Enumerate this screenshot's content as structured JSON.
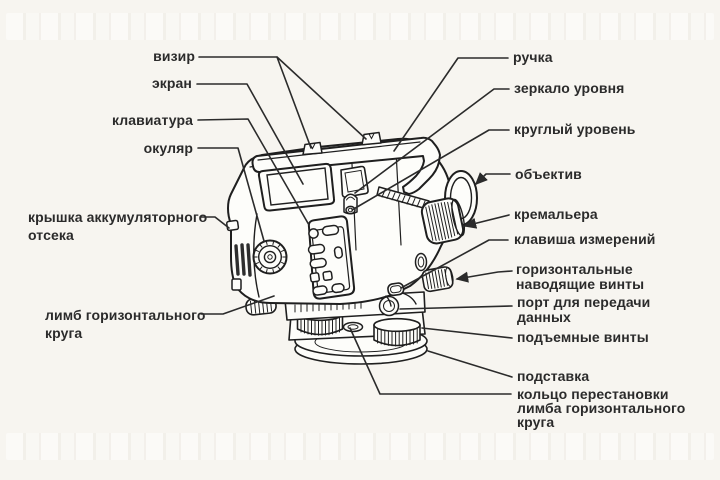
{
  "diagram": {
    "colors": {
      "background": "#f7f5f0",
      "ink": "#1f1f1f",
      "label_text": "#2b2b2b"
    },
    "labels_left": [
      {
        "text": "визир"
      },
      {
        "text": "экран"
      },
      {
        "text": "клавиатура"
      },
      {
        "text": "окуляр"
      },
      {
        "text": "крышка аккумуляторного\nотсека"
      },
      {
        "text": "лимб горизонтального\nкруга"
      }
    ],
    "labels_right": [
      {
        "text": "ручка"
      },
      {
        "text": "зеркало уровня"
      },
      {
        "text": "круглый уровень"
      },
      {
        "text": "объектив"
      },
      {
        "text": "кремальера"
      },
      {
        "text": "клавиша измерений"
      },
      {
        "text": "горизонтальные\nнаводящие винты"
      },
      {
        "text": "порт для передачи\nданных"
      },
      {
        "text": "подъемные винты"
      },
      {
        "text": "подставка"
      },
      {
        "text": "кольцо перестановки\nлимба горизонтального\nкруга"
      }
    ]
  }
}
